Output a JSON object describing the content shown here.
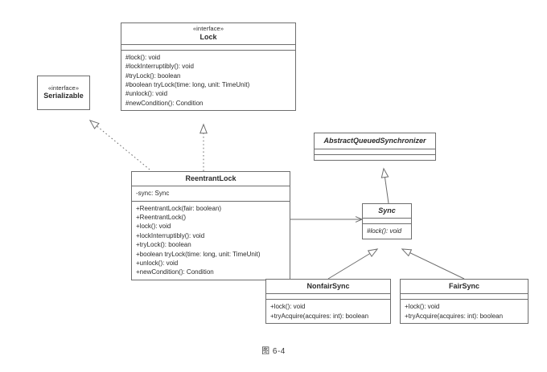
{
  "figure": {
    "caption": "图 6-4"
  },
  "diagram": {
    "type": "uml-class-diagram",
    "classes": [
      {
        "id": "lock",
        "stereotype": "«interface»",
        "name": "Lock",
        "abstract": false,
        "attributes": [],
        "methods": [
          "#lock(): void",
          "#lockInterruptibly(): void",
          "#tryLock(): boolean",
          "#boolean tryLock(time: long, unit: TimeUnit)",
          "#unlock(): void",
          "#newCondition(): Condition"
        ]
      },
      {
        "id": "serializable",
        "stereotype": "«interface»",
        "name": "Serializable",
        "abstract": false,
        "attributes": [],
        "methods": []
      },
      {
        "id": "reentrantlock",
        "stereotype": "",
        "name": "ReentrantLock",
        "abstract": false,
        "attributes": [
          "-sync: Sync"
        ],
        "methods": [
          "+ReentrantLock(fair: boolean)",
          "+ReentrantLock()",
          "+lock(): void",
          "+lockInterruptibly(): void",
          "+tryLock(): boolean",
          "+boolean tryLock(time: long, unit: TimeUnit)",
          "+unlock(): void",
          "+newCondition(): Condition"
        ]
      },
      {
        "id": "aqs",
        "stereotype": "",
        "name": "AbstractQueuedSynchronizer",
        "abstract": true,
        "attributes": [],
        "methods": []
      },
      {
        "id": "sync",
        "stereotype": "",
        "name": "Sync",
        "abstract": true,
        "attributes": [],
        "methods": [
          "#lock(): void"
        ]
      },
      {
        "id": "nonfairsync",
        "stereotype": "",
        "name": "NonfairSync",
        "abstract": false,
        "attributes": [],
        "methods": [
          "+lock(): void",
          "+tryAcquire(acquires: int): boolean"
        ]
      },
      {
        "id": "fairsync",
        "stereotype": "",
        "name": "FairSync",
        "abstract": false,
        "attributes": [],
        "methods": [
          "+lock(): void",
          "+tryAcquire(acquires: int): boolean"
        ]
      }
    ],
    "relations": [
      {
        "from": "reentrantlock",
        "to": "lock",
        "kind": "realization"
      },
      {
        "from": "reentrantlock",
        "to": "serializable",
        "kind": "realization"
      },
      {
        "from": "sync",
        "to": "aqs",
        "kind": "generalization"
      },
      {
        "from": "nonfairsync",
        "to": "sync",
        "kind": "generalization"
      },
      {
        "from": "fairsync",
        "to": "sync",
        "kind": "generalization"
      },
      {
        "from": "reentrantlock",
        "to": "sync",
        "kind": "association"
      }
    ]
  },
  "style": {
    "stroke": "#6e6e6e",
    "text": "#2b2b2b",
    "background": "#ffffff"
  }
}
